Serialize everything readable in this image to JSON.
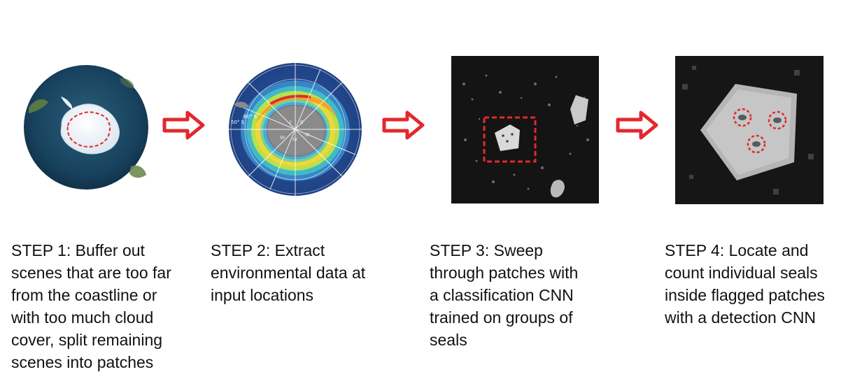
{
  "steps": [
    {
      "id": "step1",
      "title": "STEP 1",
      "caption": "STEP 1: Buffer out\nscenes that are too far\nfrom the coastline or\nwith too much cloud\ncover, split remaining\nscenes into patches",
      "icon": "antarctica-globe-icon"
    },
    {
      "id": "step2",
      "title": "STEP 2",
      "caption": "STEP 2: Extract\nenvironmental data at\ninput locations",
      "icon": "environmental-map-icon",
      "map_labels": [
        "50° S",
        "60° S",
        "I",
        "II",
        "III",
        "IV",
        "VI"
      ]
    },
    {
      "id": "step3",
      "title": "STEP 3",
      "caption": "STEP 3:  Sweep\nthrough patches with\na classification CNN\ntrained on groups of\nseals",
      "icon": "patch-sweep-icon"
    },
    {
      "id": "step4",
      "title": "STEP 4",
      "caption": "STEP 4: Locate and\ncount individual seals\ninside flagged patches\nwith a detection CNN",
      "icon": "seal-detection-icon"
    }
  ],
  "arrows": [
    {
      "id": "arrow1",
      "icon": "red-right-arrow-icon"
    },
    {
      "id": "arrow2",
      "icon": "red-right-arrow-icon"
    },
    {
      "id": "arrow3",
      "icon": "red-right-arrow-icon"
    }
  ],
  "colors": {
    "accent_red": "#e3282d",
    "ocean_dark": "#183a55",
    "panel_dark": "#141414",
    "ice": "#f2f5f8"
  }
}
